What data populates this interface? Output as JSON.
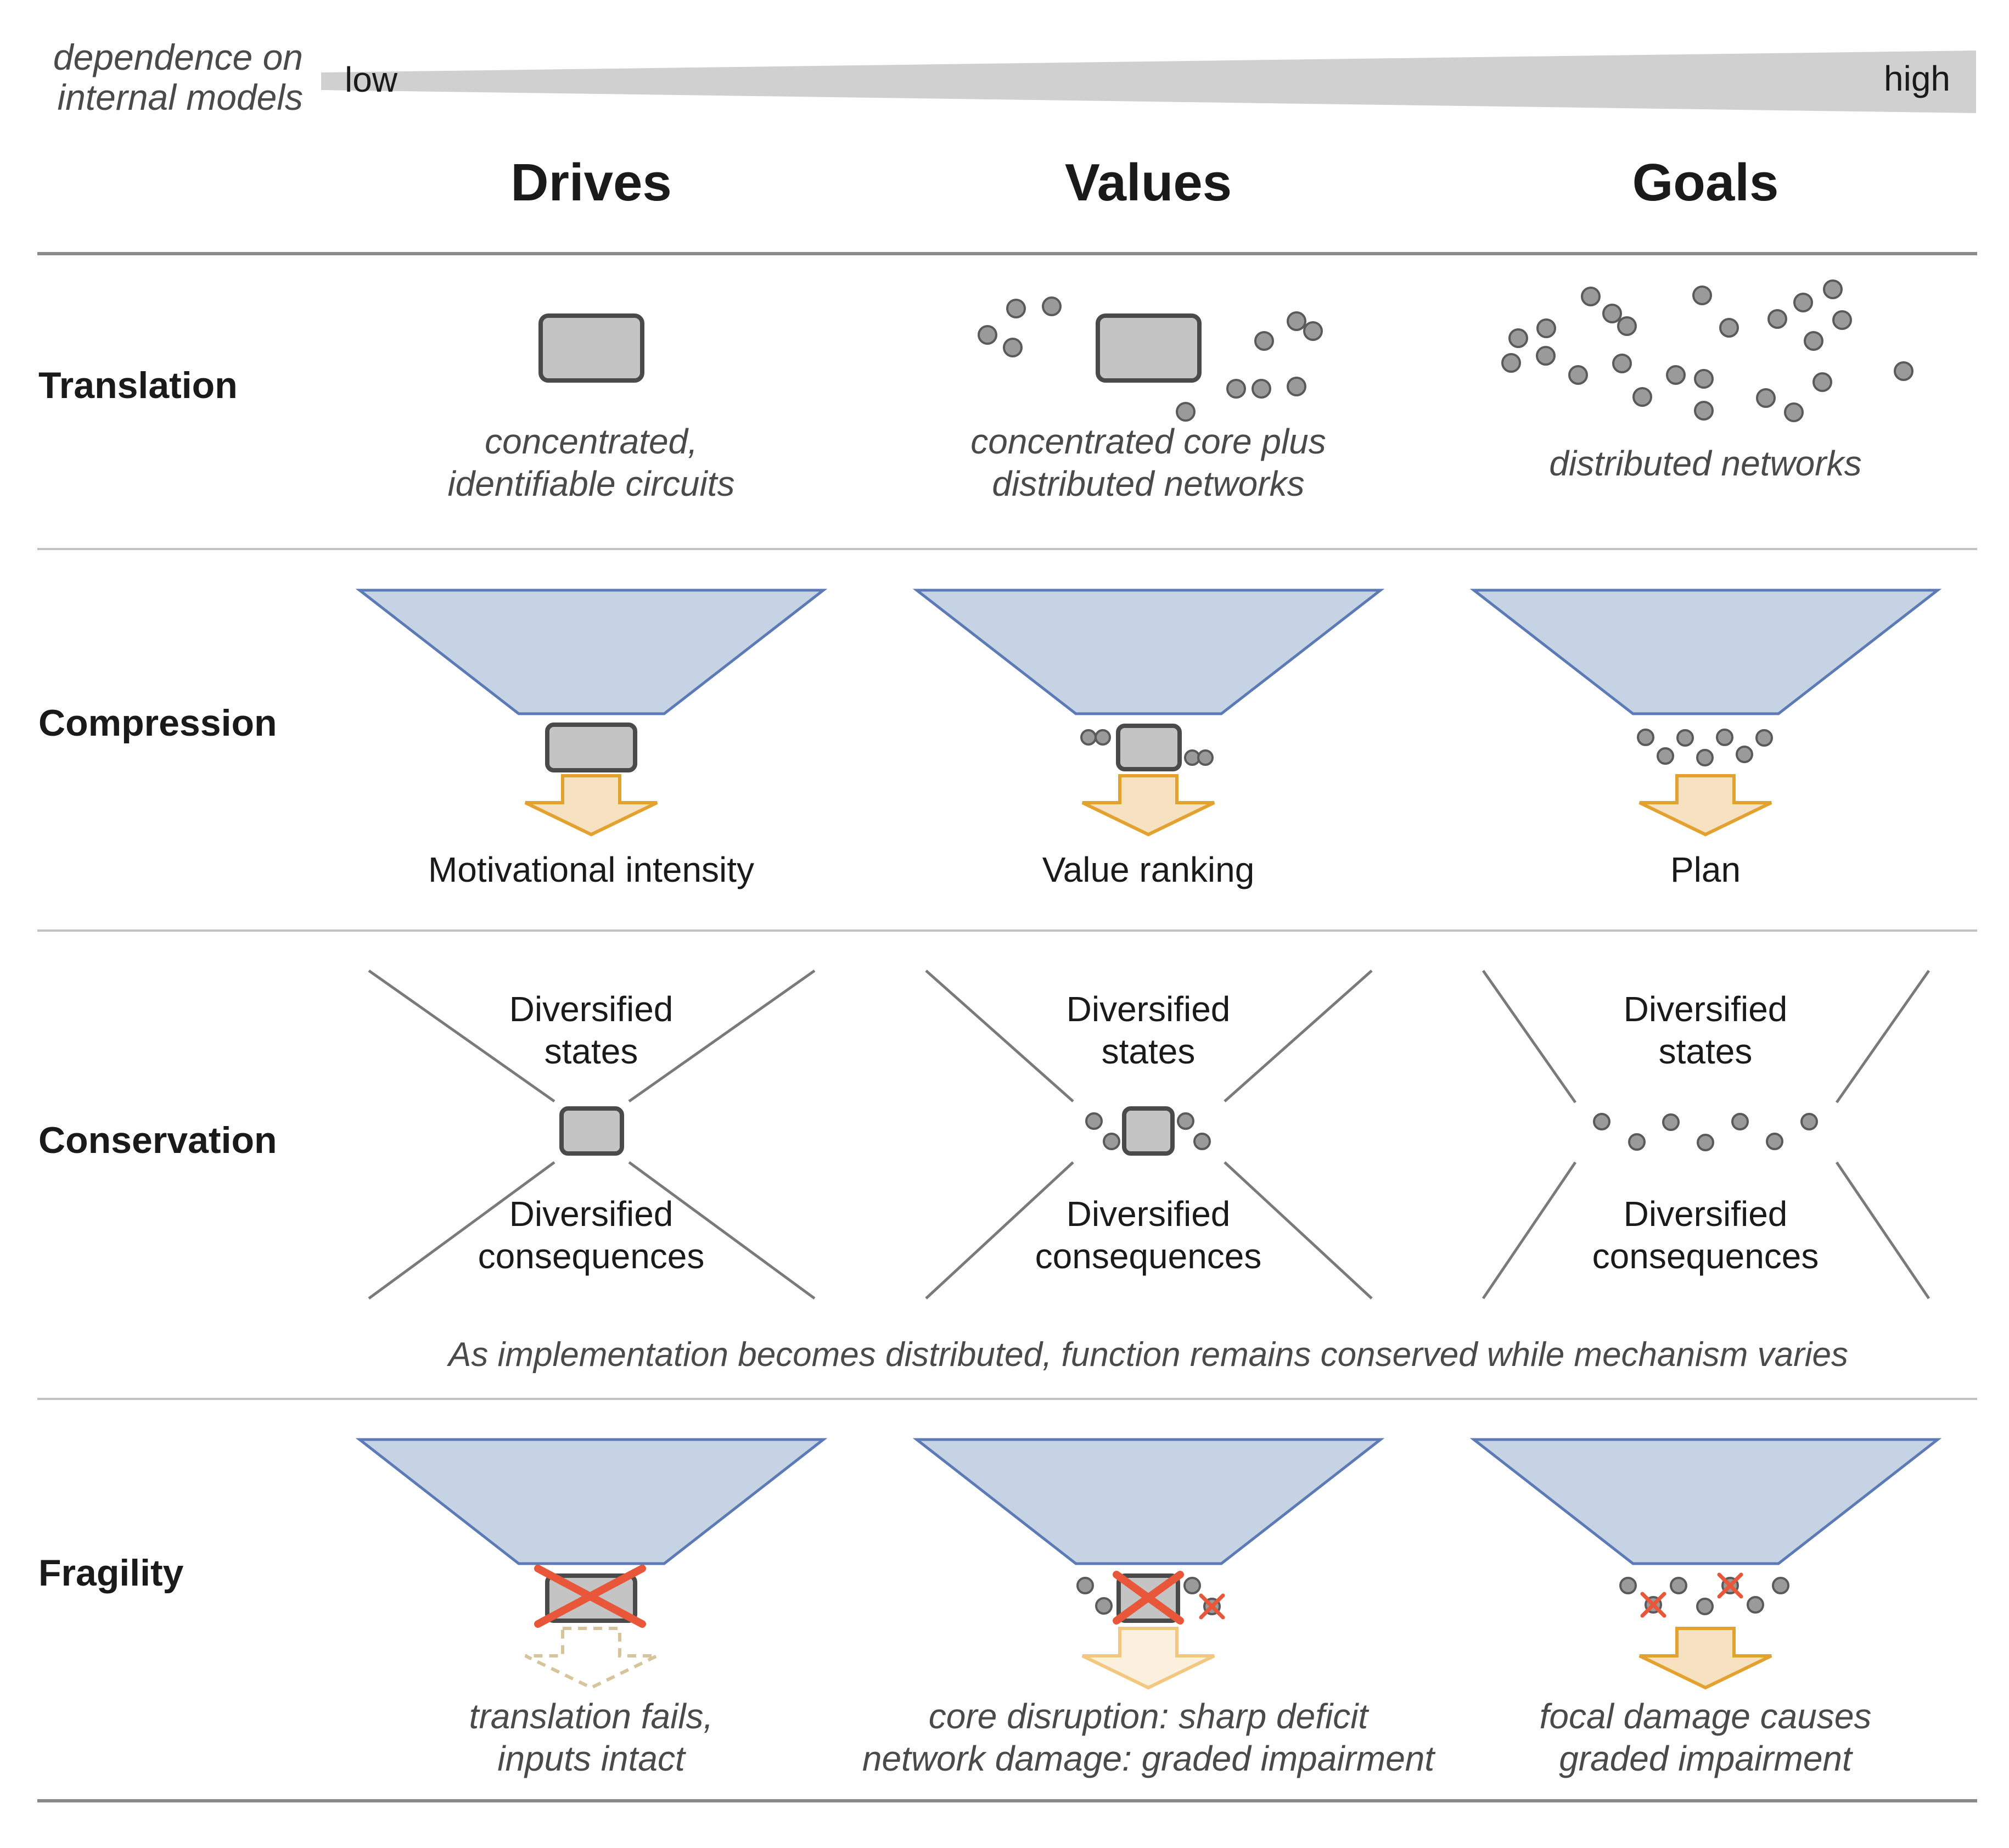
{
  "gradient": {
    "label_line1": "dependence on",
    "label_line2": "internal models",
    "low": "low",
    "high": "high"
  },
  "columns": {
    "drives": "Drives",
    "values": "Values",
    "goals": "Goals"
  },
  "rows": {
    "translation": "Translation",
    "compression": "Compression",
    "conservation": "Conservation",
    "fragility": "Fragility"
  },
  "translation": {
    "drives_line1": "concentrated,",
    "drives_line2": "identifiable circuits",
    "values_line1": "concentrated core plus",
    "values_line2": "distributed networks",
    "goals_line1": "distributed networks"
  },
  "compression": {
    "drives_output": "Motivational intensity",
    "values_output": "Value ranking",
    "goals_output": "Plan"
  },
  "conservation": {
    "states_line1": "Diversified",
    "states_line2": "states",
    "consequences_line1": "Diversified",
    "consequences_line2": "consequences",
    "caption": "As implementation becomes distributed, function remains conserved while mechanism varies"
  },
  "fragility": {
    "drives_line1": "translation fails,",
    "drives_line2": "inputs intact",
    "values_line1": "core disruption: sharp deficit",
    "values_line2": "network damage: graded impairment",
    "goals_line1": "focal damage causes",
    "goals_line2": "graded impairment"
  },
  "colors": {
    "funnel_fill": "#c6d3e4",
    "funnel_stroke": "#5c7ab5",
    "arrow_fill": "#f6e1c0",
    "arrow_stroke": "#e3a12f",
    "damage_red": "#e8573a",
    "node_gray": "#9a9a9a"
  }
}
